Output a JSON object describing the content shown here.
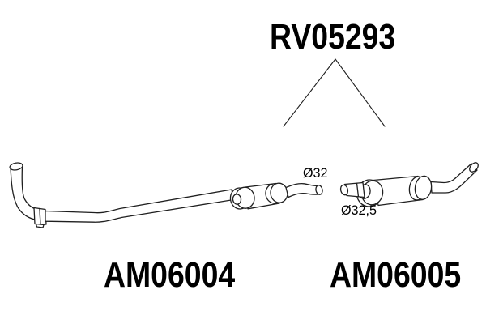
{
  "page": {
    "background_color": "#ffffff",
    "kind": "exhaust-parts-catalog-diagram"
  },
  "diagram": {
    "assembly_code": "RV05293",
    "line_color": "#1f1f1f",
    "text_color": "#000000",
    "parts": [
      {
        "code": "AM06004",
        "diameter": "Ø32",
        "illustration": "front-pipe-with-resonator"
      },
      {
        "code": "AM06005",
        "diameter": "Ø32,5",
        "illustration": "mid-silencer-with-outlet-pipe"
      }
    ]
  }
}
